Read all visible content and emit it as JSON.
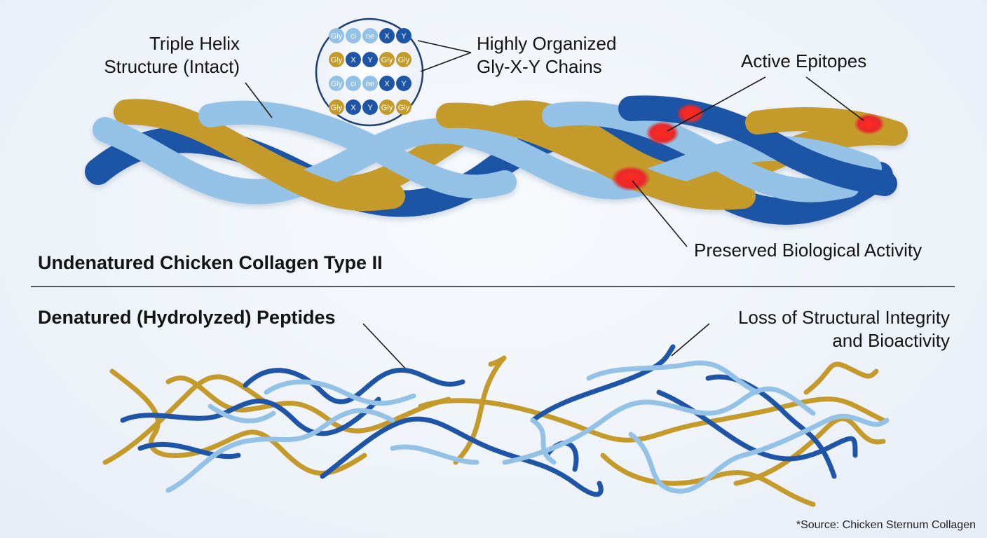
{
  "labels": {
    "triple_helix_line1": "Triple Helix",
    "triple_helix_line2": "Structure (Intact)",
    "organized_line1": "Highly Organized",
    "organized_line2": "Gly-X-Y Chains",
    "active_epitopes": "Active Epitopes",
    "preserved_activity": "Preserved Biological Activity",
    "undenatured_title": "Undenatured Chicken Collagen Type II",
    "denatured_title": "Denatured (Hydrolyzed) Peptides",
    "loss_line1": "Loss of Structural Integrity",
    "loss_line2": "and Bioactivity",
    "source": "*Source: Chicken Sternum Collagen"
  },
  "inset_rows": [
    [
      "Gly",
      "ci",
      "ne",
      "X",
      "Y"
    ],
    [
      "Gly",
      "X",
      "Y",
      "Gly",
      "Gly"
    ],
    [
      "Gly",
      "ci",
      "ne",
      "X",
      "Y"
    ],
    [
      "Gly",
      "X",
      "Y",
      "Gly",
      "Gly"
    ]
  ],
  "colors": {
    "gold": "#c49a2a",
    "dark_blue": "#1f55a6",
    "light_blue": "#93c2e6",
    "epitope_red": "#e8292b",
    "divider": "#222222"
  }
}
